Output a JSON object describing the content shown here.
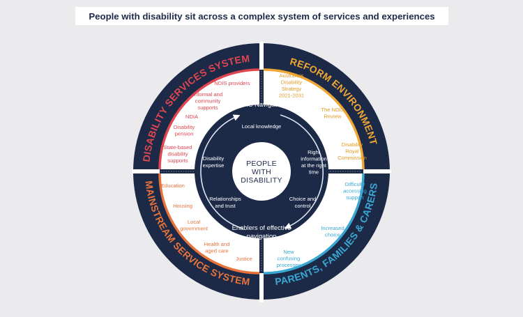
{
  "title": "People with disability sit across a complex system of services and experiences",
  "colors": {
    "navy": "#1c2a48",
    "disability_services": "#e0464f",
    "reform": "#f0a633",
    "mainstream": "#e8733a",
    "families": "#3aa7d3"
  },
  "center": {
    "lines": [
      "PEOPLE",
      "WITH",
      "DISABILITY"
    ]
  },
  "navigation": {
    "top": "NDIS Navigators",
    "bottom_lines": [
      "Enablers of effective",
      "navigation"
    ]
  },
  "enablers": {
    "local_knowledge": [
      "Local knowledge"
    ],
    "right_information": [
      "Right",
      "information",
      "at the right",
      "time"
    ],
    "disability_expertise": [
      "Disability",
      "expertise"
    ],
    "relationships": [
      "Relationships",
      "and trust"
    ],
    "choice_control": [
      "Choice and",
      "control"
    ]
  },
  "quadrants": {
    "disability_services": {
      "title": "DISABILITY SERVICES SYSTEM",
      "items": [
        [
          "NDIS providers"
        ],
        [
          "Informal and",
          "community",
          "supports"
        ],
        [
          "NDIA"
        ],
        [
          "Disability",
          "pension"
        ],
        [
          "State-based",
          "disability",
          "supports"
        ]
      ]
    },
    "reform": {
      "title": "REFORM ENVIRONMENT",
      "items": [
        [
          "Australia's",
          "Disability",
          "Strategy",
          "2021-2031"
        ],
        [
          "The NDIS",
          "Review"
        ],
        [
          "Disability",
          "Royal",
          "Commission"
        ]
      ]
    },
    "mainstream": {
      "title": "MAINSTREAM SERVICE SYSTEM",
      "items": [
        [
          "Education"
        ],
        [
          "Housing"
        ],
        [
          "Local",
          "government"
        ],
        [
          "Health and",
          "aged care"
        ],
        [
          "Justice"
        ]
      ]
    },
    "families": {
      "title": "PARENTS, FAMILIES & CARERS",
      "items": [
        [
          "Difficulty",
          "accessing",
          "support"
        ],
        [
          "Increased",
          "choice"
        ],
        [
          "New",
          "confusing",
          "processes"
        ]
      ]
    }
  }
}
